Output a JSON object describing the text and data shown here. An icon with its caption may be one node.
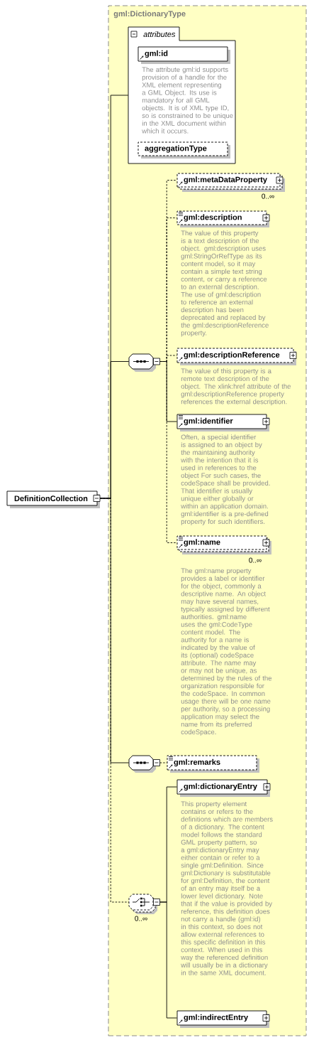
{
  "diagram": {
    "nodes": [
      {
        "text": [
          "DefinitionCollection"
        ]
      },
      {
        "text": [
          "gml:DictionaryType"
        ]
      },
      {
        "text": [
          "attributes"
        ],
        "in": 1
      },
      {
        "text": [
          "gml:id"
        ],
        "in": 2,
        "beside": [
          "The attribute gml:id supports provision of a handle for the XML element representing a GML Object. Its use is mandatory for all GML objects. It is of XML type ID, so is constrained to be unique in the XML document within which it occurs."
        ]
      },
      {
        "text": [
          "aggregationType"
        ],
        "in": 2
      },
      {
        "text": [],
        "shape": "octagon",
        "in": 1
      },
      {
        "text": [
          "gml:metaDataProperty"
        ],
        "in": 1,
        "beside": [
          "0..∞"
        ]
      },
      {
        "text": [
          "gml:description"
        ],
        "in": 1,
        "beside": [
          "The value of this property is a text description of the object. gml:description uses gml:StringOrRefType as its content model, so it may contain a simple text string content, or carry a reference to an external description. The use of gml:description to reference an external description has been deprecated and replaced by the gml:descriptionReference property."
        ]
      },
      {
        "text": [
          "gml:descriptionReference"
        ],
        "in": 1,
        "beside": [
          "The value of this property is a remote text description of the object. The xlink:href attribute of the gml:descriptionReference property references the external description."
        ]
      },
      {
        "text": [
          "gml:identifier"
        ],
        "in": 1,
        "beside": [
          "Often, a special identifier is assigned to an object by the maintaining authority with the intention that it is used in references to the object For such cases, the codeSpace shall be provided. That identifier is usually unique either globally or within an application domain. gml:identifier is a pre-defined property for such identifiers."
        ]
      },
      {
        "text": [
          "gml:name"
        ],
        "in": 1,
        "beside": [
          "0..∞",
          "The gml:name property provides a label or identifier for the object, commonly a descriptive name. An object may have several names, typically assigned by different authorities. gml:name uses the gml:CodeType content model. The authority for a name is indicated by the value of its (optional) codeSpace attribute. The name may or may not be unique, as determined by the rules of the organization responsible for the codeSpace. In common usage there will be one name per authority, so a processing application may select the name from its preferred codeSpace."
        ]
      },
      {
        "text": [],
        "shape": "octagon",
        "in": 1
      },
      {
        "text": [
          "gml:remarks"
        ],
        "in": 1
      },
      {
        "text": [],
        "shape": "octagon",
        "in": 1,
        "beside": [
          "0..∞"
        ]
      },
      {
        "text": [
          "gml:dictionaryEntry"
        ],
        "in": 1,
        "beside": [
          "This property element contains or refers to the definitions which are members of a dictionary. The content model follows the standard GML property pattern, so a gml:dictionaryEntry may either contain or refer to a single gml:Definition. Since gml:Dictionary is substitutable for gml:Definition, the content of an entry may itself be a lower level dictionary. Note that if the value is provided by reference, this definition does not carry a handle (gml:id) in this context, so does not allow external references to this specific definition in this context. When used in this way the referenced definition will usually be in a dictionary in the same XML document."
        ]
      },
      {
        "text": [
          "gml:indirectEntry"
        ],
        "in": 1
      }
    ],
    "edges": [
      {
        "from": 0,
        "to": 2,
        "arrow": "none"
      },
      {
        "from": 0,
        "to": 5,
        "arrow": "none"
      },
      {
        "from": 0,
        "to": 11,
        "arrow": "none"
      },
      {
        "from": 0,
        "to": 13,
        "arrow": "none",
        "style": "dashed"
      },
      {
        "from": 5,
        "to": 6,
        "arrow": "none",
        "style": "dashed"
      },
      {
        "from": 5,
        "to": 7,
        "arrow": "none",
        "style": "dashed"
      },
      {
        "from": 5,
        "to": 8,
        "arrow": "none",
        "style": "dashed"
      },
      {
        "from": 5,
        "to": 9,
        "arrow": "none"
      },
      {
        "from": 5,
        "to": 10,
        "arrow": "none",
        "style": "dashed"
      },
      {
        "from": 11,
        "to": 12,
        "arrow": "none",
        "style": "dashed"
      },
      {
        "from": 13,
        "to": 14,
        "arrow": "none"
      },
      {
        "from": 13,
        "to": 15,
        "arrow": "none"
      }
    ]
  }
}
